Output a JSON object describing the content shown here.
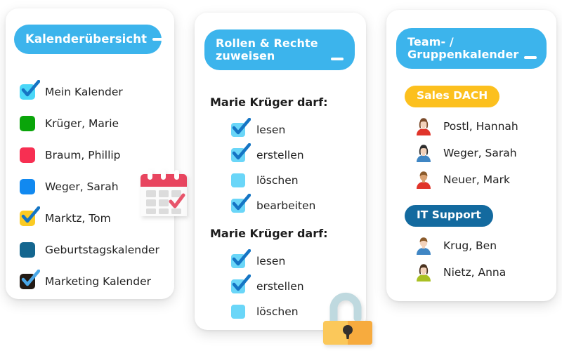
{
  "theme": {
    "header_blue": "#3cb4ec",
    "badge_yellow": "#fcc01e",
    "badge_darkblue": "#136a9f",
    "checkbox_blue": "#6ad6f8",
    "check_mark": "#1575c4",
    "card_bg": "#ffffff"
  },
  "cards": [
    {
      "id": "kalenderuebersicht",
      "header": {
        "title": "Kalenderübersicht",
        "minimize_icon": "minimize-icon"
      },
      "items": [
        {
          "label": "Mein Kalender",
          "color": "#4ad7f8",
          "checked": true,
          "check_color": "#1575c4"
        },
        {
          "label": "Krüger, Marie",
          "color": "#0aa50a",
          "checked": false,
          "check_color": ""
        },
        {
          "label": "Braum, Phillip",
          "color": "#f72f52",
          "checked": false,
          "check_color": ""
        },
        {
          "label": "Weger, Sarah",
          "color": "#1189f0",
          "checked": false,
          "check_color": ""
        },
        {
          "label": "Marktz, Tom",
          "color": "#fbcb23",
          "checked": true,
          "check_color": "#1575c4"
        },
        {
          "label": "Geburtstagskalender",
          "color": "#14668f",
          "checked": false,
          "check_color": ""
        },
        {
          "label": "Marketing Kalender",
          "color": "#231b15",
          "checked": true,
          "check_color": "#4aa8e8"
        }
      ],
      "decoration": "calendar-icon"
    },
    {
      "id": "rollen-rechte",
      "header": {
        "title": "Rollen & Rechte\nzuweisen",
        "minimize_icon": "minimize-icon"
      },
      "groups": [
        {
          "title": "Marie Krüger darf:",
          "permissions": [
            {
              "label": "lesen",
              "checked": true
            },
            {
              "label": "erstellen",
              "checked": true
            },
            {
              "label": "löschen",
              "checked": false
            },
            {
              "label": "bearbeiten",
              "checked": true
            }
          ]
        },
        {
          "title": "Marie Krüger darf:",
          "permissions": [
            {
              "label": "lesen",
              "checked": true
            },
            {
              "label": "erstellen",
              "checked": true
            },
            {
              "label": "löschen",
              "checked": false
            }
          ]
        }
      ],
      "decoration": "unlocked-padlock-icon"
    },
    {
      "id": "team-gruppenkalender",
      "header": {
        "title": "Team- /\nGruppenkalender",
        "minimize_icon": "minimize-icon"
      },
      "teams": [
        {
          "name": "Sales DACH",
          "badge_color": "#fcc01e",
          "members": [
            {
              "name": "Postl, Hannah",
              "hair": "#7a4a2a",
              "shirt": "#e0342a",
              "skin": "#f3d2bb",
              "female": true
            },
            {
              "name": "Weger, Sarah",
              "hair": "#2e2e2e",
              "shirt": "#3f86c4",
              "skin": "#f3d2bb",
              "female": true
            },
            {
              "name": "Neuer, Mark",
              "hair": "#8a5a2b",
              "shirt": "#e0342a",
              "skin": "#d9a273",
              "female": false
            }
          ]
        },
        {
          "name": "IT Support",
          "badge_color": "#136a9f",
          "members": [
            {
              "name": "Krug, Ben",
              "hair": "#8a5a2b",
              "shirt": "#3f86c4",
              "skin": "#f3d2bb",
              "female": false
            },
            {
              "name": "Nietz, Anna",
              "hair": "#4a3220",
              "shirt": "#a9c023",
              "skin": "#f3d2bb",
              "female": true
            }
          ]
        }
      ]
    }
  ]
}
